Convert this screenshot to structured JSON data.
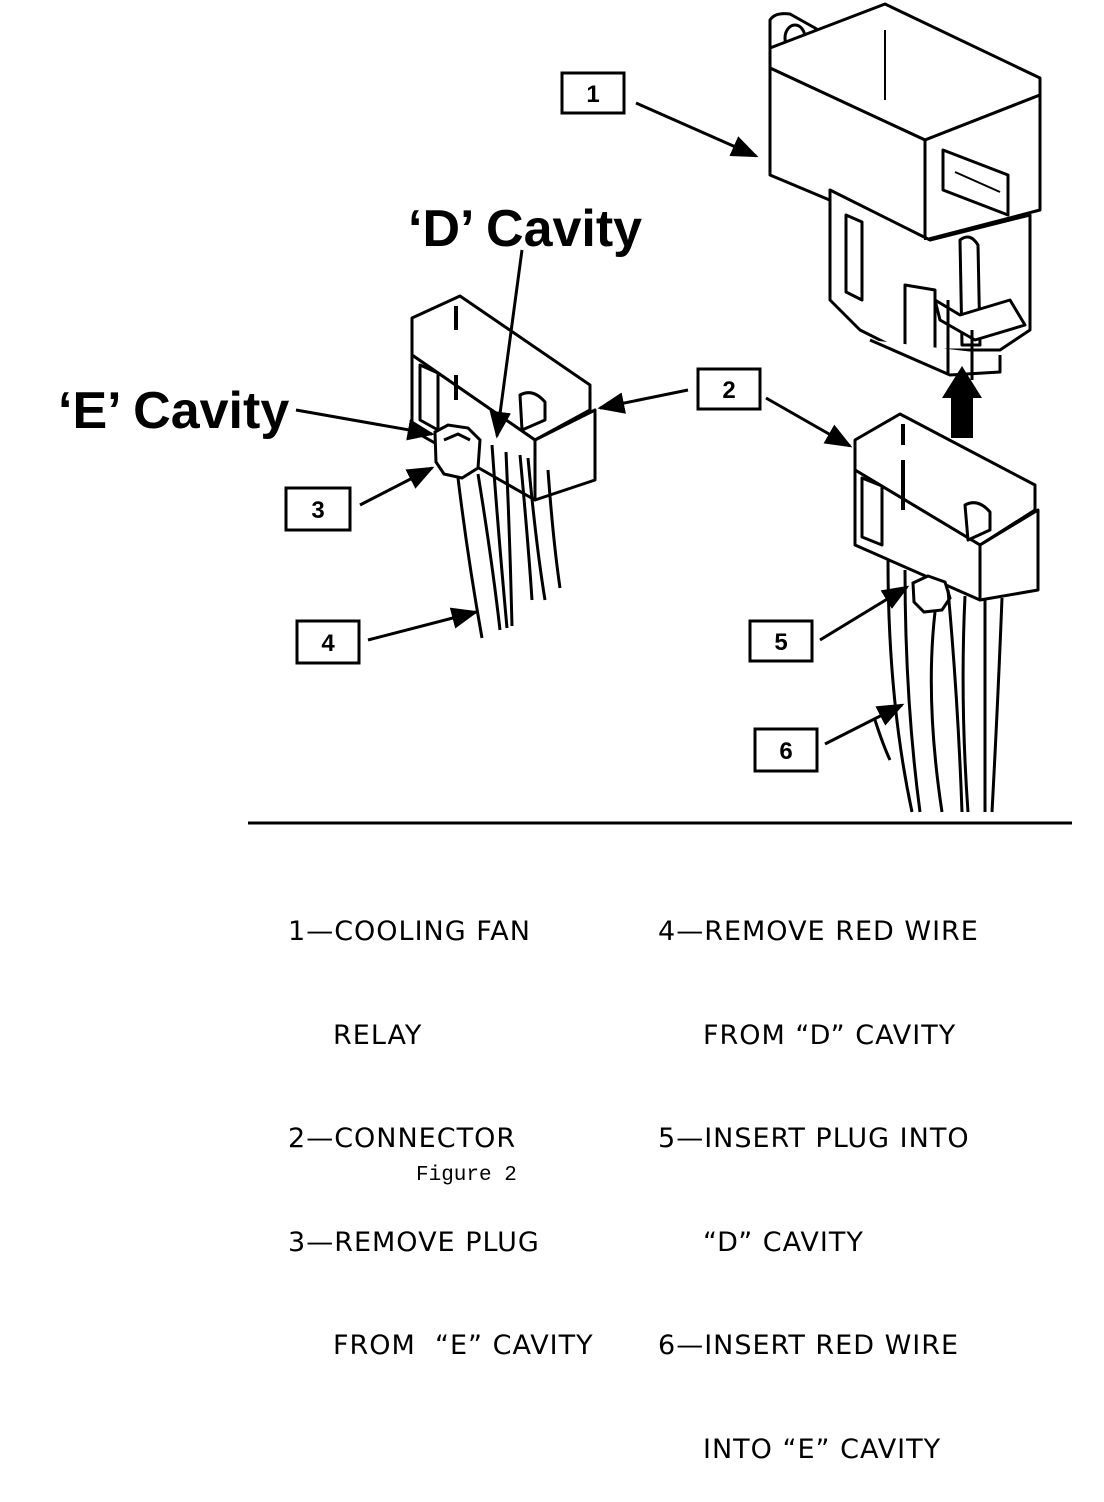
{
  "callouts": [
    "1",
    "2",
    "3",
    "4",
    "5",
    "6"
  ],
  "cavity_labels": {
    "d": "‘D’ Cavity",
    "e": "‘E’ Cavity"
  },
  "legend": [
    {
      "number": "1",
      "lines": [
        "COOLING FAN",
        "RELAY"
      ]
    },
    {
      "number": "2",
      "lines": [
        "CONNECTOR"
      ]
    },
    {
      "number": "3",
      "lines": [
        "REMOVE PLUG",
        "FROM  “E” CAVITY"
      ]
    },
    {
      "number": "4",
      "lines": [
        "REMOVE RED WIRE",
        "FROM “D” CAVITY"
      ]
    },
    {
      "number": "5",
      "lines": [
        "INSERT PLUG INTO",
        "“D” CAVITY"
      ]
    },
    {
      "number": "6",
      "lines": [
        "INSERT RED WIRE",
        "INTO “E” CAVITY"
      ]
    }
  ],
  "caption": "Figure 2"
}
